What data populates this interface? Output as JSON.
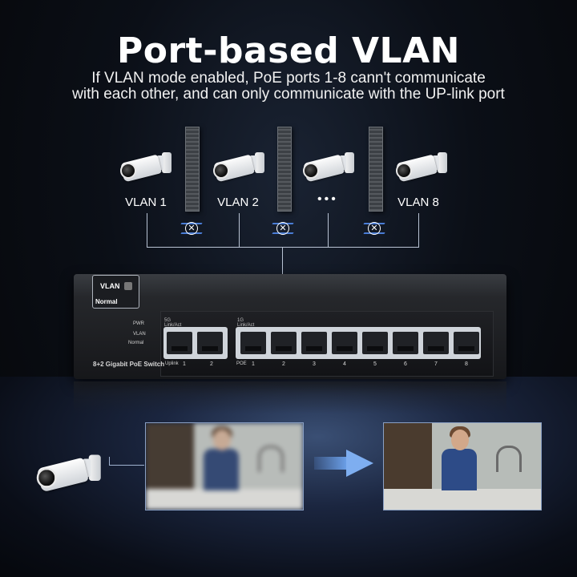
{
  "heading": {
    "title": "Port-based VLAN",
    "line1": "If VLAN mode enabled, PoE ports 1-8 cann't communicate",
    "line2": "with each other, and can only communicate with the UP-link port"
  },
  "vlans": {
    "label1": "VLAN 1",
    "label2": "VLAN 2",
    "ellipsis": "•••",
    "label8": "VLAN 8"
  },
  "switch": {
    "toggle_vlan": "VLAN",
    "toggle_normal": "Normal",
    "pwr": "PWR",
    "vlan_small": "VLAN",
    "normal_small": "Normal",
    "led_5g": "5G",
    "link_act_1": "Link/Act",
    "led_1g": "1G",
    "link_act_2": "Link/Act",
    "brand": "8+2 Gigabit PoE Switch",
    "uplink_label": "Uplink",
    "poe_label": "POE",
    "uplink_ports": [
      "1",
      "2"
    ],
    "poe_ports": [
      "1",
      "2",
      "3",
      "4",
      "5",
      "6",
      "7",
      "8"
    ]
  },
  "colors": {
    "line": "#b9c3d4",
    "accent_blue": "#4a7dd6",
    "arrow": "#7eaef0"
  }
}
